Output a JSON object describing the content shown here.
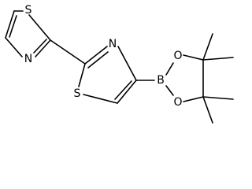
{
  "structure": {
    "atoms": {
      "s_left_ring": "S",
      "n_left_ring": "N",
      "n_right_ring": "N",
      "s_right_ring": "S",
      "boron": "B",
      "o_upper": "O",
      "o_lower": "O"
    }
  }
}
